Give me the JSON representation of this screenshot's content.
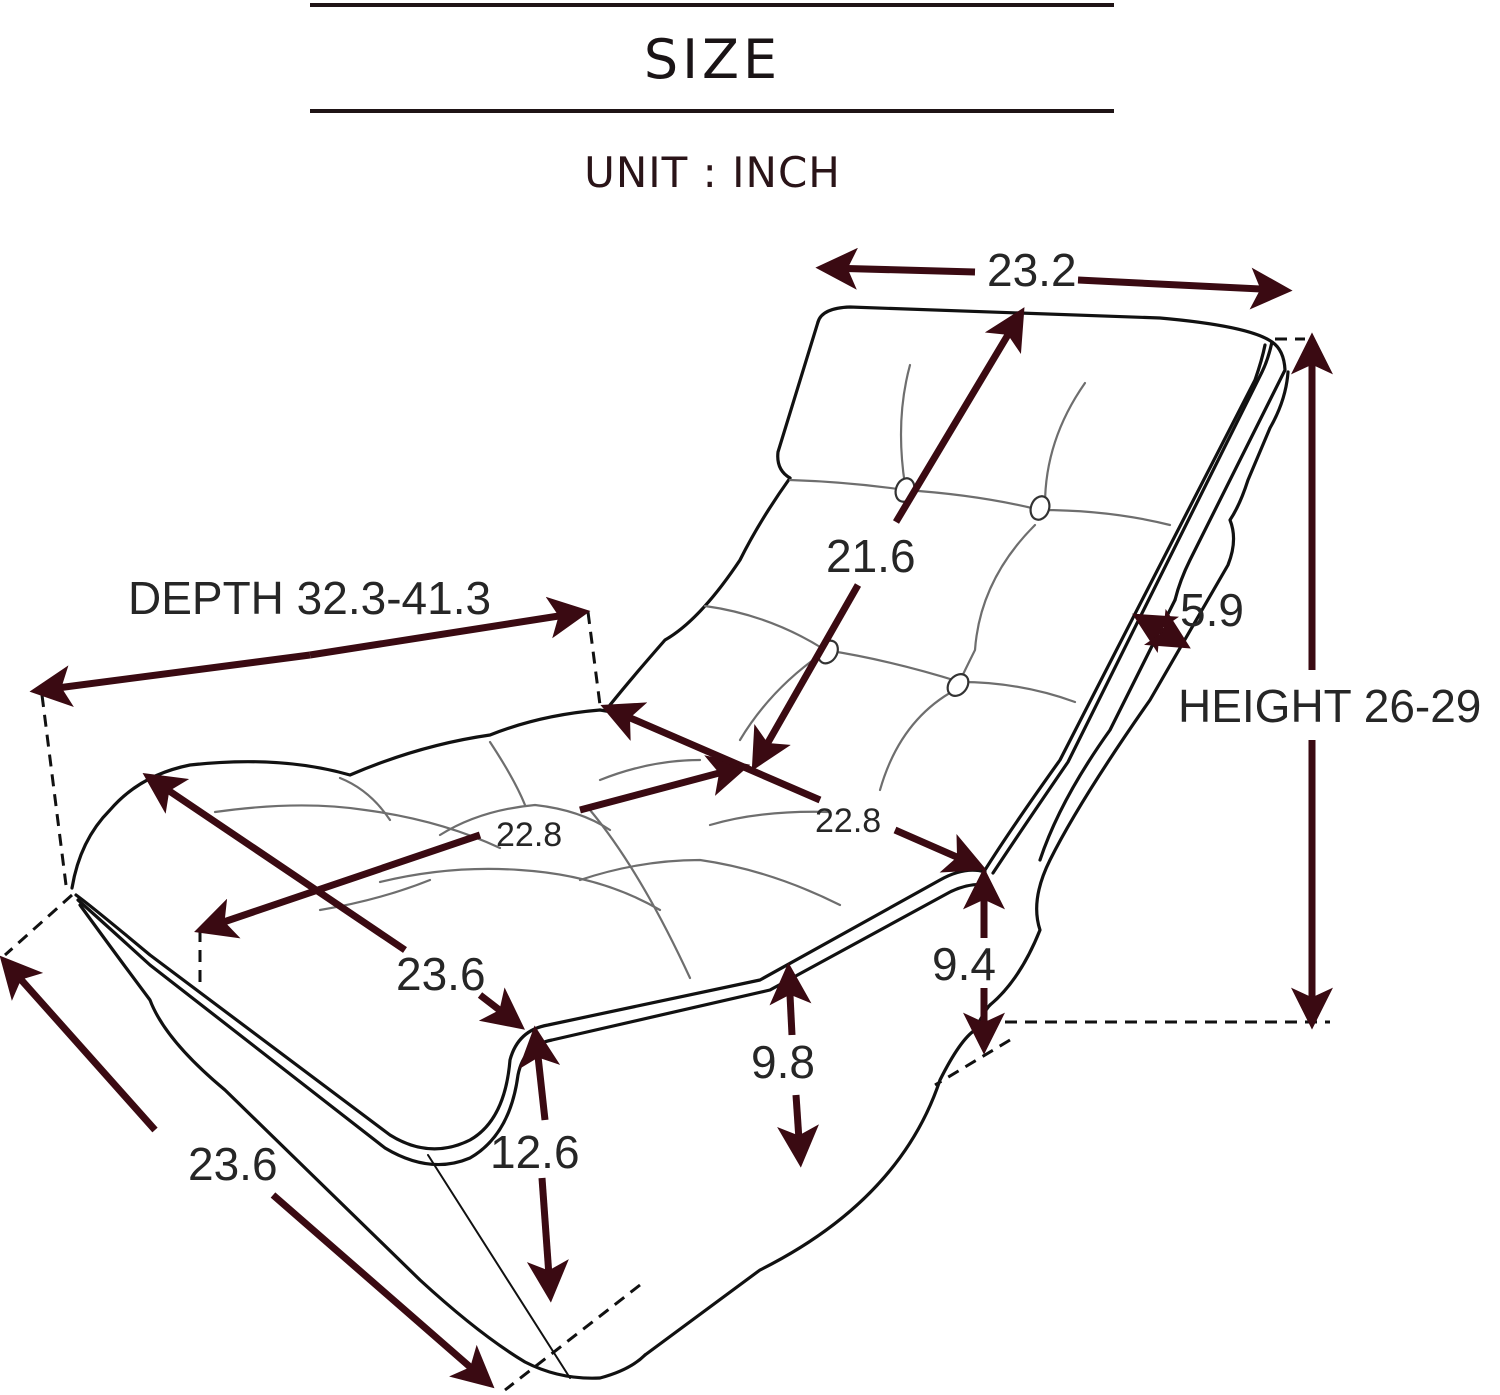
{
  "header": {
    "title": "SIZE",
    "unit_label": "UNIT : INCH"
  },
  "diagram": {
    "subject": "floor lounge chair with adjustable tufted backrest",
    "arrow_color": "#3a0a12",
    "line_color": "#111111",
    "dimensions": {
      "backrest_width": "23.2",
      "backrest_length": "21.6",
      "backrest_thickness": "5.9",
      "height": "HEIGHT 26-29",
      "depth": "DEPTH 32.3-41.3",
      "seat_width": "22.8",
      "seat_side_length": "22.8",
      "seat_length": "23.6",
      "base_length": "23.6",
      "front_height": "12.6",
      "side_height": "9.8",
      "rear_height": "9.4"
    }
  }
}
